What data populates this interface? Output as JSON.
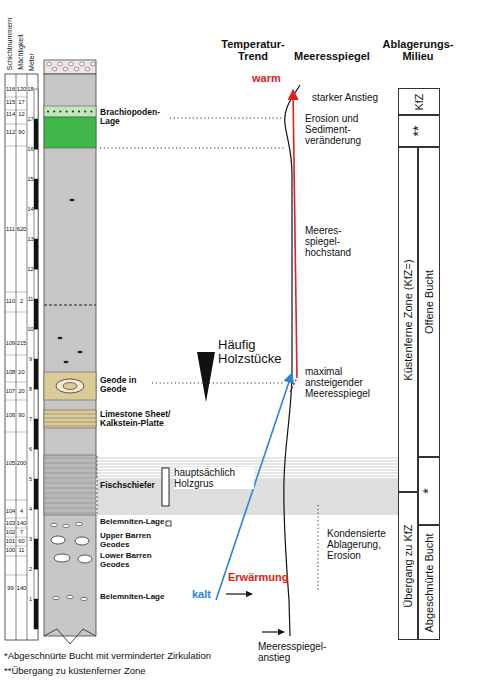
{
  "diagram": {
    "nodes": [
      {
        "text": [
          "KfZ"
        ]
      },
      {
        "text": [
          "**"
        ]
      },
      {
        "text": [
          "Küstenferne Zone (KfZ=)"
        ]
      },
      {
        "text": [
          "Offene Bucht"
        ]
      },
      {
        "text": [
          "*"
        ]
      },
      {
        "text": [
          "Übergang zu KfZ"
        ]
      },
      {
        "text": [
          "Abgeschnürte Bucht"
        ]
      }
    ],
    "labels": [
      "Schichtnummern",
      "Mächtigkeit",
      "Meter",
      "Temperatur- Trend",
      "Meeresspiegel",
      "Ablagerungs- Milieu",
      "116",
      "120",
      "115",
      "17",
      "114",
      "12",
      "112",
      "90",
      "111",
      "620",
      "110",
      "2",
      "109",
      "215",
      "108",
      "20",
      "107",
      "20",
      "106",
      "90",
      "105",
      "200",
      "104",
      "4",
      "103",
      "140",
      "102",
      "7",
      "101",
      "60",
      "100",
      "11",
      "99",
      "140",
      "1",
      "2",
      "3",
      "4",
      "5",
      "6",
      "7",
      "8",
      "9",
      "10",
      "11",
      "12",
      "13",
      "14",
      "15",
      "16",
      "17",
      "18",
      "Brachiopoden- Lage",
      "Geode in Geode",
      "Limestone Sheet/ Kalkstein-Platte",
      "Fischschiefer",
      "Belemniten-Lage",
      "Upper Barren Geodes",
      "Lower Barren Geodes",
      "Belemniten-Lage",
      "Häufig Holzstücke",
      "hauptsächlich Holzgrus",
      "warm",
      "Erwärmung",
      "kalt",
      "starker Anstieg",
      "Erosion und Sediment- veränderung",
      "Meeres- spiegel- hochstand",
      "maximal ansteigender Meeresspiegel",
      "Kondensierte Ablagerung, Erosion",
      "Meeresspiegel- anstieg",
      "*Abgeschnürte Bucht mit verminderter Zirkulation",
      "**Übergang zu küstenferner Zone"
    ]
  }
}
